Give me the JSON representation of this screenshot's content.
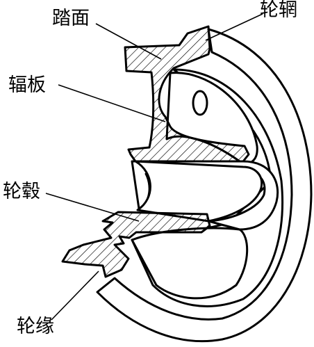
{
  "labels": {
    "tread": "踏面",
    "rim": "轮辋",
    "web": "辐板",
    "hub": "轮毂",
    "flange": "轮缘"
  },
  "colors": {
    "ink": "#000000",
    "paper": "#ffffff"
  }
}
